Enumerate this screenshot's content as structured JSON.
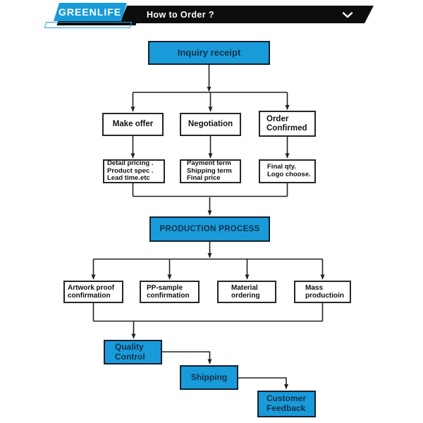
{
  "header": {
    "brand": "GREENLIFE",
    "title": "How to Order ?",
    "chevron": "chevron-down-icon"
  },
  "colors": {
    "accent_blue": "#189bd8",
    "bar_black": "#0d0d0d",
    "line": "#202020",
    "dark_text": "#16304c"
  },
  "flow": {
    "nodes": [
      {
        "id": "inquiry",
        "label": "Inquiry receipt"
      },
      {
        "id": "make-offer",
        "label": "Make offer"
      },
      {
        "id": "negotiation",
        "label": "Negotiation"
      },
      {
        "id": "order-confirmed",
        "label": "Order\nConfirmed"
      },
      {
        "id": "detail-pricing",
        "label": "Detail pricing .\nProduct spec .\nLead time.etc"
      },
      {
        "id": "payment-terms",
        "label": "Payment term\nShipping term\nFinal price"
      },
      {
        "id": "final-qty",
        "label": "Final qty.\nLogo choose."
      },
      {
        "id": "production",
        "label": "PRODUCTION PROCESS"
      },
      {
        "id": "artwork-proof",
        "label": "Artwork proof\nconfirmation"
      },
      {
        "id": "pp-sample",
        "label": "PP-sample\nconfirmation"
      },
      {
        "id": "material",
        "label": "Material\nordering"
      },
      {
        "id": "mass-production",
        "label": "Mass\nproductioin"
      },
      {
        "id": "quality-control",
        "label": "Quality\nControl"
      },
      {
        "id": "shipping",
        "label": "Shipping"
      },
      {
        "id": "customer-feedback",
        "label": "Customer\nFeedback"
      }
    ]
  }
}
